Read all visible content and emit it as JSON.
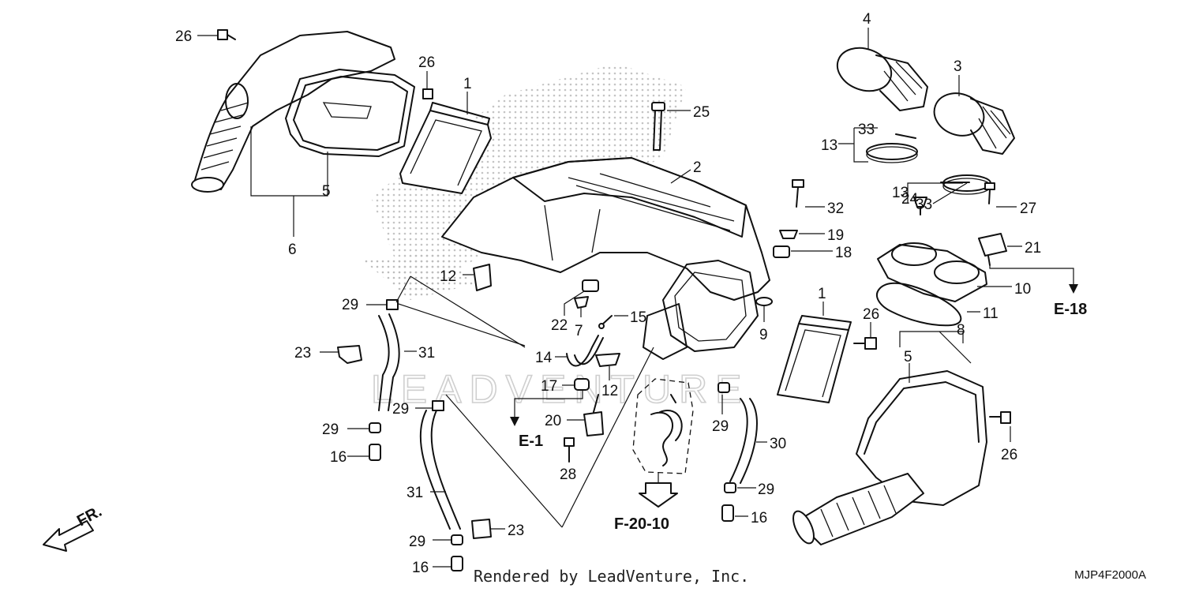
{
  "callouts": {
    "c26a": "26",
    "c26b": "26",
    "c1a": "1",
    "c25": "25",
    "c2": "2",
    "c6": "6",
    "c5a": "5",
    "c4": "4",
    "c3": "3",
    "c13a": "13",
    "c33a": "33",
    "c13b": "13",
    "c33b": "33",
    "c32": "32",
    "c27": "27",
    "c24": "24",
    "c19": "19",
    "c21": "21",
    "c18": "18",
    "c10": "10",
    "c11": "11",
    "c12a": "12",
    "c29a": "29",
    "c22": "22",
    "c7": "7",
    "c15": "15",
    "c9": "9",
    "c1b": "1",
    "c26c": "26",
    "c8": "8",
    "c5b": "5",
    "c23a": "23",
    "c31a": "31",
    "c14": "14",
    "c17": "17",
    "c12b": "12",
    "c29b": "29",
    "c20": "20",
    "c29c": "29",
    "c16a": "16",
    "c28": "28",
    "c29d": "29",
    "c30": "30",
    "c26d": "26",
    "c31b": "31",
    "c29e": "29",
    "c16b": "16",
    "c23b": "23",
    "c29f": "29",
    "c16c": "16"
  },
  "references": {
    "e18": "E-18",
    "e1": "E-1",
    "f2010": "F-20-10"
  },
  "direction_label": "FR.",
  "watermark": "LEADVENTURE",
  "footer": {
    "credit": "Rendered by LeadVenture, Inc.",
    "diagram_code": "MJP4F2000A"
  },
  "colors": {
    "line": "#111111",
    "watermark": "#cfcfcf",
    "background": "#ffffff"
  }
}
